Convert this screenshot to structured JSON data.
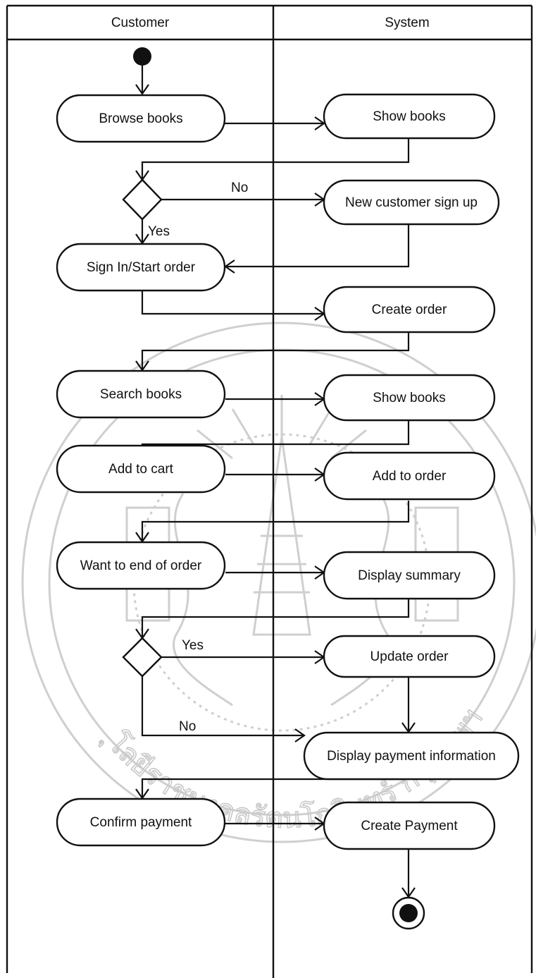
{
  "diagram": {
    "lanes": [
      "Customer",
      "System"
    ],
    "nodes": [
      {
        "id": "browse",
        "label": "Browse books"
      },
      {
        "id": "show1",
        "label": "Show books"
      },
      {
        "id": "signup",
        "label": "New customer sign up"
      },
      {
        "id": "signin",
        "label": "Sign In/Start order"
      },
      {
        "id": "create",
        "label": "Create order"
      },
      {
        "id": "search",
        "label": "Search books"
      },
      {
        "id": "show2",
        "label": "Show books"
      },
      {
        "id": "addcart",
        "label": "Add to cart"
      },
      {
        "id": "addorder",
        "label": "Add to order"
      },
      {
        "id": "wantend",
        "label": "Want to end of order"
      },
      {
        "id": "summary",
        "label": "Display summary"
      },
      {
        "id": "update",
        "label": "Update order"
      },
      {
        "id": "payinfo",
        "label": "Display payment information"
      },
      {
        "id": "confirm",
        "label": "Confirm payment"
      },
      {
        "id": "createpay",
        "label": "Create Payment"
      }
    ],
    "guards": {
      "d1_no": "No",
      "d1_yes": "Yes",
      "d2_yes": "Yes",
      "d2_no": "No"
    },
    "watermark_text": "ุโลยีราชมงคลรัตนโกสินทร์ กรุงเทพฯ"
  }
}
